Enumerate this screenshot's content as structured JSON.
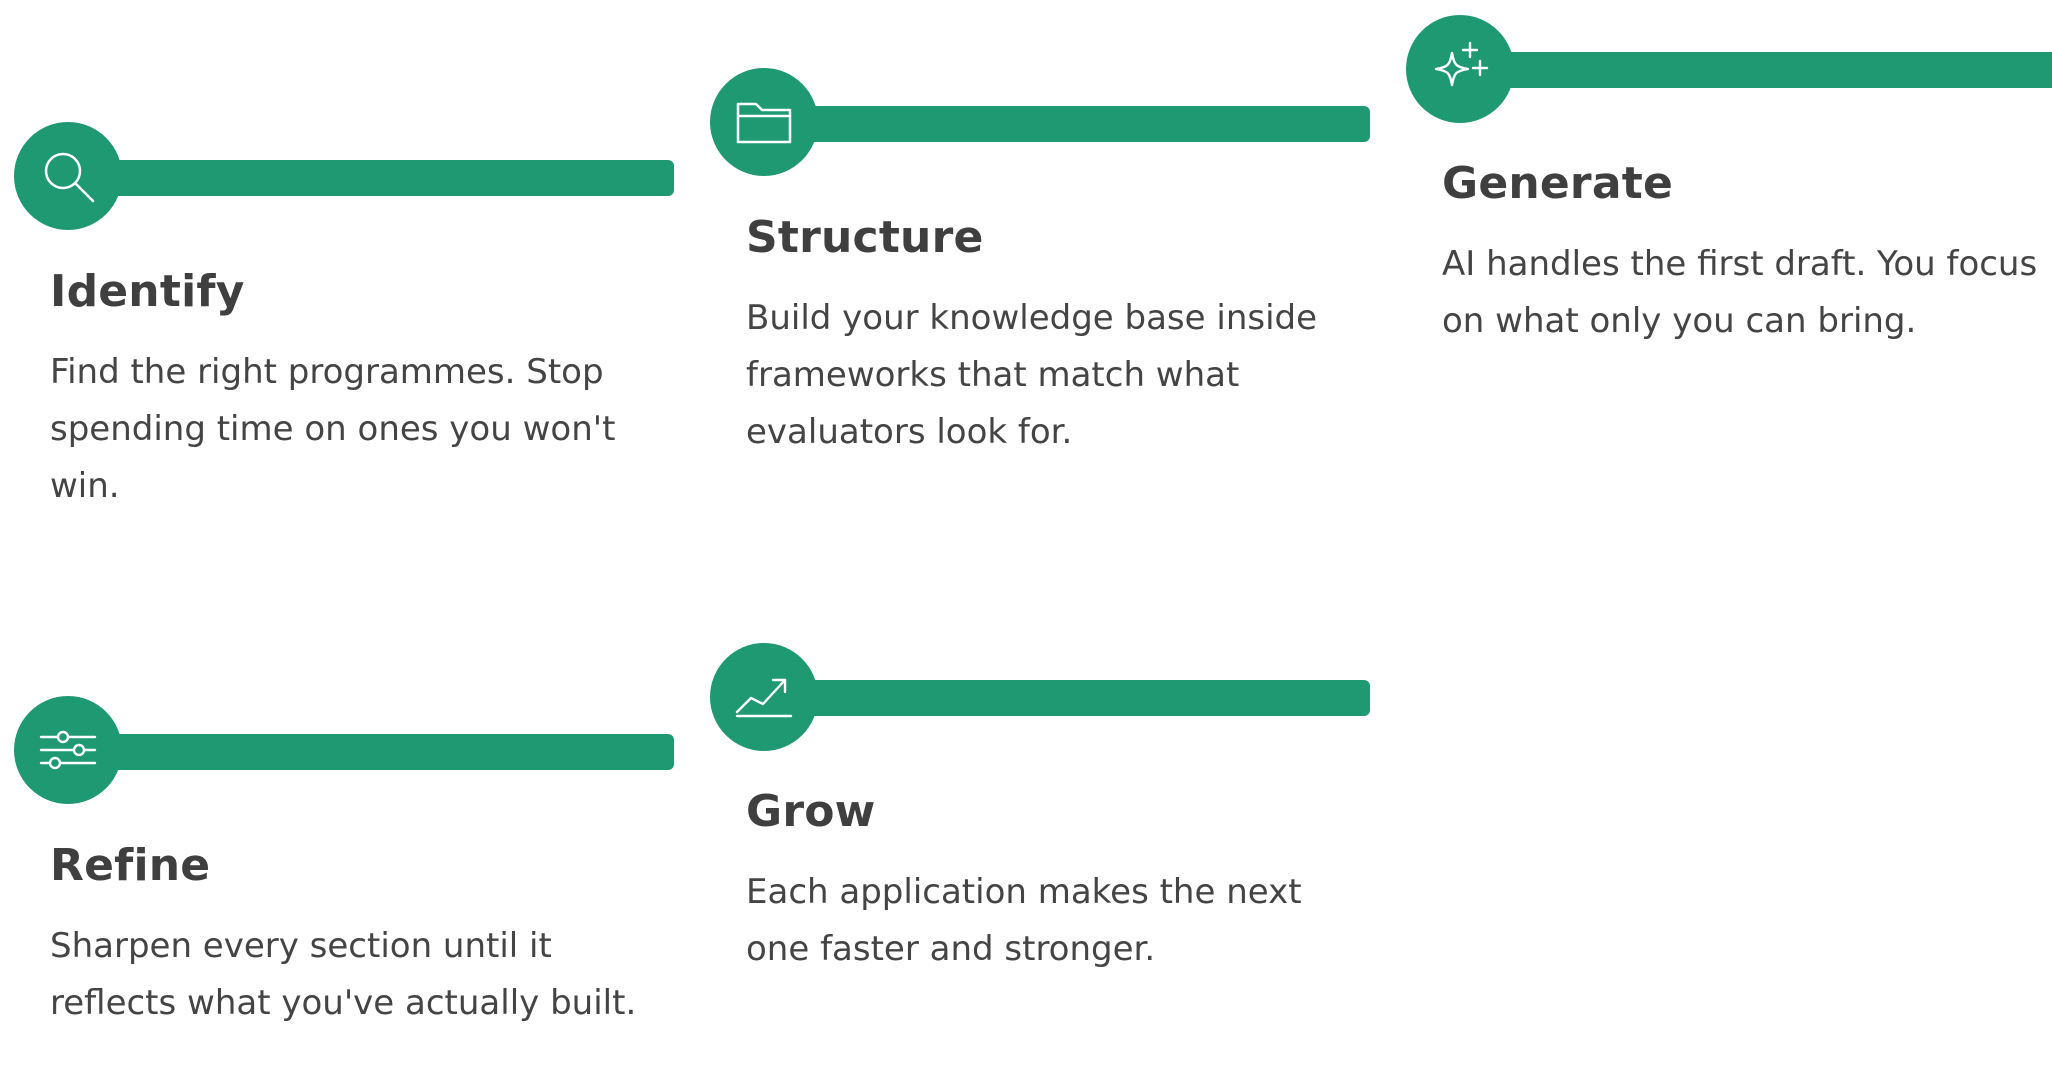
{
  "colors": {
    "accent": "#1f9972",
    "icon_stroke": "#ffffff",
    "title_text": "#3f3f3f",
    "body_text": "#444444",
    "background": "#ffffff"
  },
  "steps": [
    {
      "icon": "search-icon",
      "title": "Identify",
      "description": "Find the right programmes. Stop spending time on ones you won't win."
    },
    {
      "icon": "folder-icon",
      "title": "Structure",
      "description": "Build your knowledge base inside frameworks that match what evaluators look for."
    },
    {
      "icon": "sparkles-icon",
      "title": "Generate",
      "description": "AI handles the first draft. You focus on what only you can bring."
    },
    {
      "icon": "sliders-icon",
      "title": "Refine",
      "description": "Sharpen every section until it reflects what you've actually built."
    },
    {
      "icon": "trend-up-icon",
      "title": "Grow",
      "description": "Each application makes the next one faster and stronger."
    }
  ]
}
